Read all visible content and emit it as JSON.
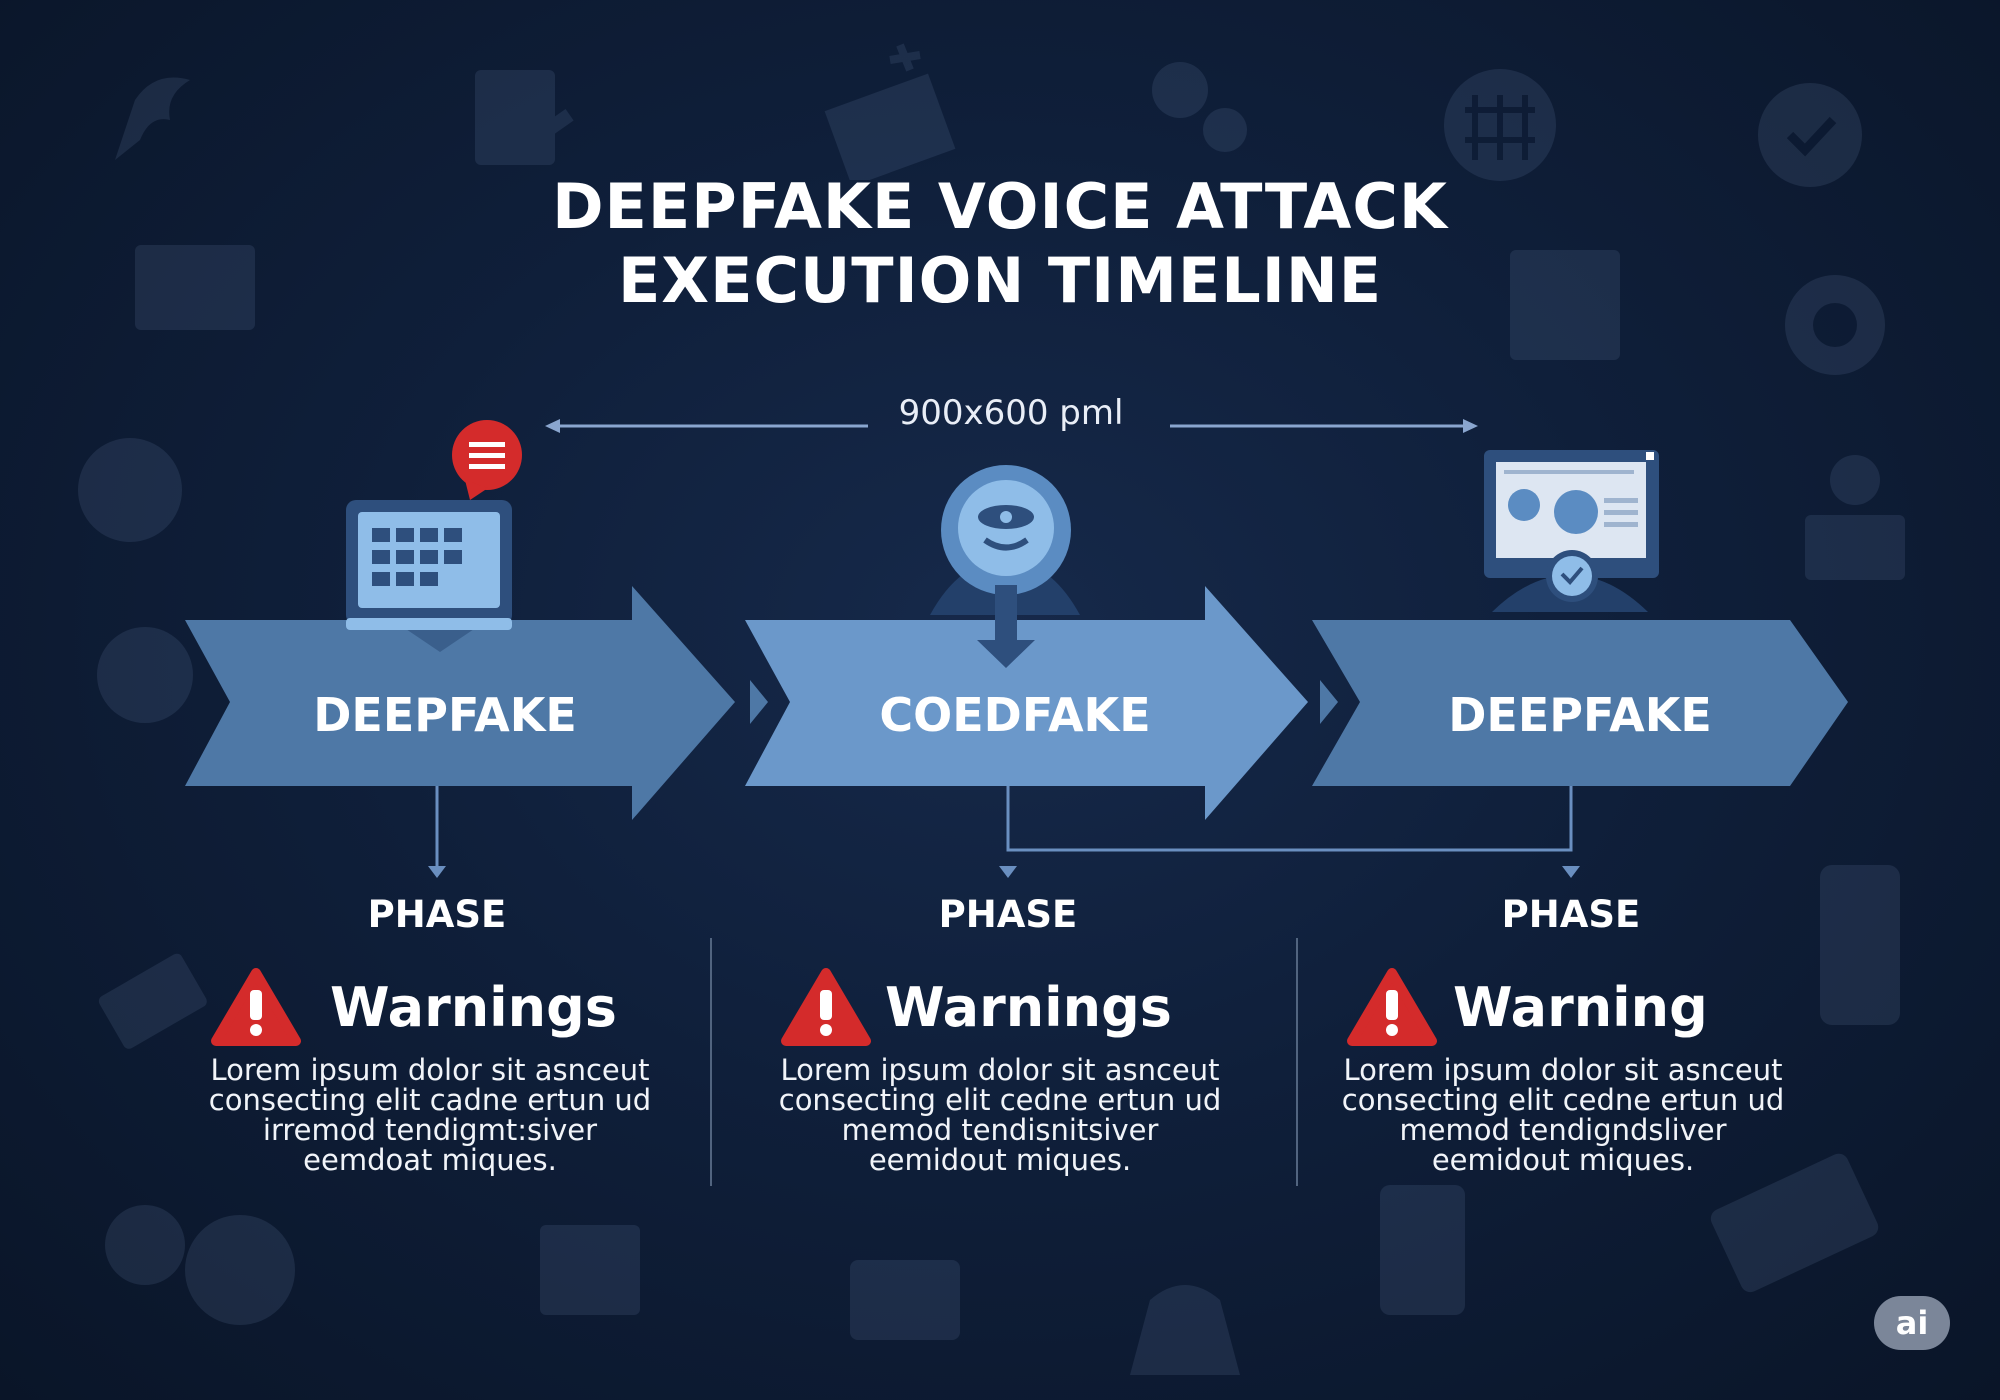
{
  "diagram": {
    "title_line1": "DEEPFAKE VOICE ATTACK",
    "title_line2": "EXECUTION TIMELINE",
    "dimension_label": "900x600 pml",
    "badge": "ai",
    "colors": {
      "background": "#0f1f3a",
      "arrow_dark": "#4e7aa8",
      "arrow_light": "#6b9acc",
      "icon_fill": "#8fbde8",
      "warning_red": "#d42b2b",
      "text": "#ffffff"
    },
    "stages": [
      {
        "arrow_label": "DEEPFAKE",
        "icon": "laptop-with-chat-icon",
        "phase_label": "PHASE",
        "warning_title": "Warnings",
        "warning_icon": "warning-triangle-icon",
        "body_text": "Lorem ipsum dolor sit asnceut consecting elit cadne ertun ud irremod tendigmt:siver eemdoat miques."
      },
      {
        "arrow_label": "COEDFAKE",
        "icon": "hooded-attacker-icon",
        "phase_label": "PHASE",
        "warning_title": "Warnings",
        "warning_icon": "warning-triangle-icon",
        "body_text": "Lorem ipsum dolor sit asnceut consecting elit cedne ertun ud memod tendisnitsiver eemidout miques."
      },
      {
        "arrow_label": "DEEPFAKE",
        "icon": "monitor-with-user-icon",
        "phase_label": "PHASE",
        "warning_title": "Warning",
        "warning_icon": "warning-triangle-icon",
        "body_text": "Lorem ipsum dolor sit asnceut consecting elit cedne ertun ud memod tendigndsliver eemidout miques."
      }
    ]
  }
}
